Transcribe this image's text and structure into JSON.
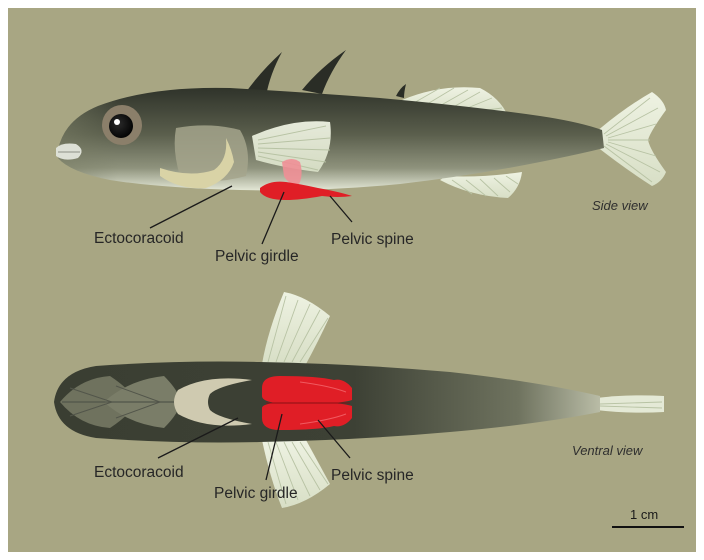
{
  "colors": {
    "background": "#a8a683",
    "body_dark": "#3a3f33",
    "body_mid": "#6a6e5a",
    "belly": "#e8ecdd",
    "fin": "#e6ecd9",
    "pelvic_red": "#e01e26",
    "ectocoracoid": "#d9d3a6"
  },
  "side": {
    "view_label": "Side view",
    "labels": {
      "ectocoracoid": "Ectocoracoid",
      "pelvic_girdle": "Pelvic girdle",
      "pelvic_spine": "Pelvic spine"
    }
  },
  "ventral": {
    "view_label": "Ventral view",
    "labels": {
      "ectocoracoid": "Ectocoracoid",
      "pelvic_girdle": "Pelvic girdle",
      "pelvic_spine": "Pelvic spine"
    }
  },
  "scale_bar": {
    "label": "1 cm"
  }
}
